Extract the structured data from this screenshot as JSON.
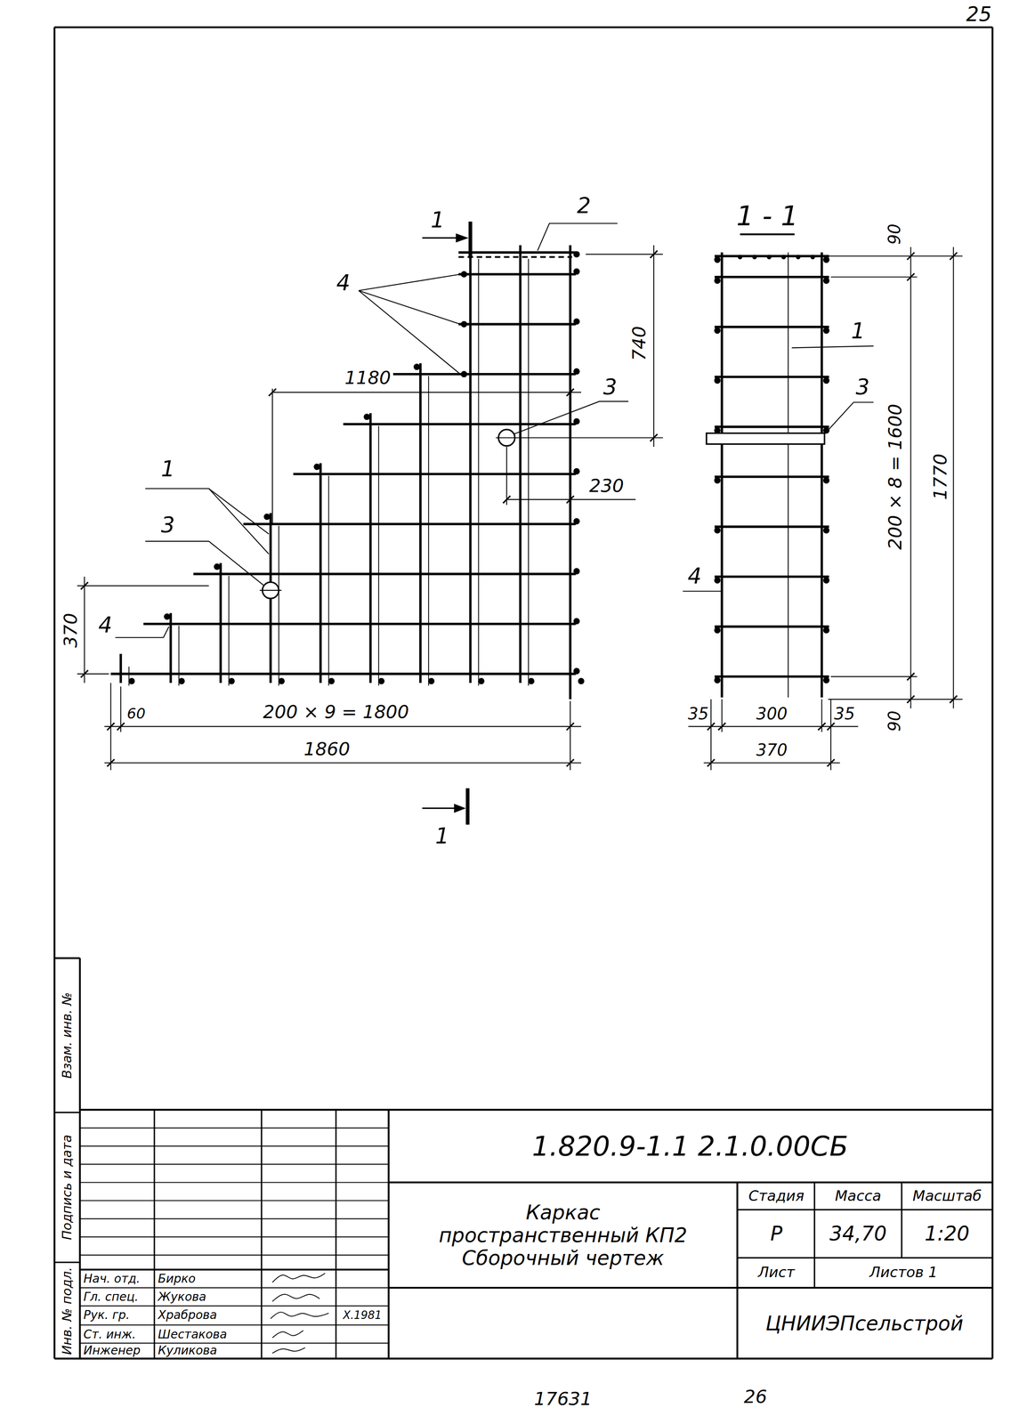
{
  "diagram": {
    "labels": [
      "25",
      "1",
      "2",
      "4",
      "1180",
      "740",
      "3",
      "230",
      "1",
      "3",
      "370",
      "4",
      "60",
      "200 × 9 = 1800",
      "1860",
      "1",
      "1 - 1",
      "90",
      "1",
      "3",
      "200 × 8 = 1600",
      "1770",
      "4",
      "90",
      "35",
      "300",
      "35",
      "370",
      "Инв. № подл.",
      "Подпись и дата",
      "Взам. инв. №",
      "1.820.9-1.1 2.1.0.00СБ",
      "Каркас",
      "пространственный КП2",
      "Сборочный чертеж",
      "Стадия",
      "Масса",
      "Масштаб",
      "Р",
      "34,70",
      "1:20",
      "Лист",
      "Листов 1",
      "ЦНИИЭПсельстрой",
      "Нач. отд.",
      "Бирко",
      "Гл. спец.",
      "Жукова",
      "Рук. гр.",
      "Храброва",
      "X.1981",
      "Ст. инж.",
      "Шестакова",
      "Инженер",
      "Куликова",
      "17631",
      "26"
    ]
  }
}
